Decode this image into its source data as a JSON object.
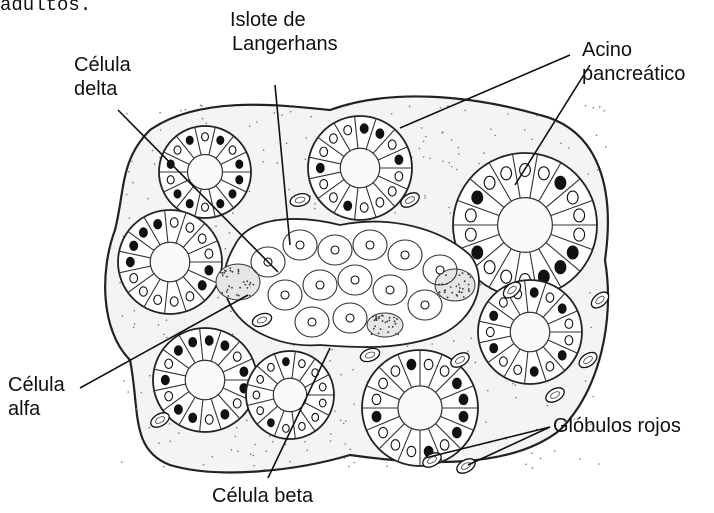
{
  "top_text": "adultos.",
  "labels": {
    "islote_line1": "Islote de",
    "islote_line2": "Langerhans",
    "delta_line1": "Célula",
    "delta_line2": "delta",
    "acino_line1": "Acino",
    "acino_line2": "pancreático",
    "alfa_line1": "Célula",
    "alfa_line2": "alfa",
    "beta": "Célula beta",
    "globulos": "Glóbulos rojos"
  }
}
